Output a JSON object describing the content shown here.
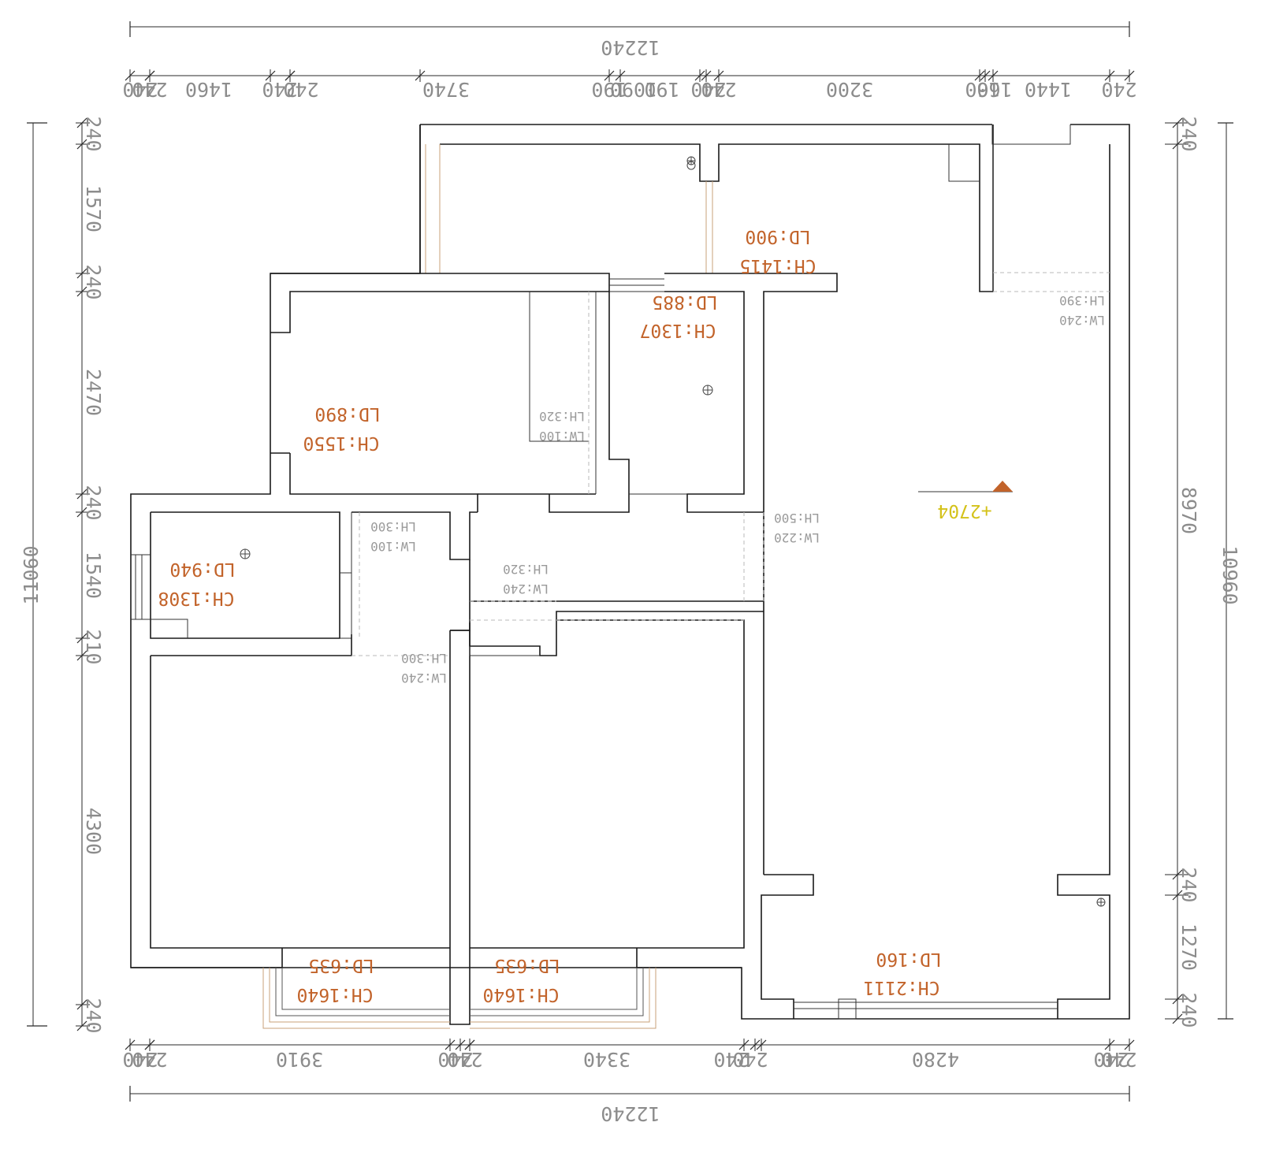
{
  "colors": {
    "wall": "#1a1a1a",
    "dimension_text": "#8c8c8c",
    "room_label": "#c2632a",
    "opening_label": "#9a9a9a",
    "level_label": "#d4c21a",
    "level_marker": "#c2632a",
    "window_frame": "#c8a27a"
  },
  "dimensions": {
    "top_total": "12240",
    "top_segments": [
      "240",
      "240",
      "1460",
      "240",
      "240",
      "3740",
      "190",
      "1090",
      "190",
      "240",
      "240",
      "3200",
      "160",
      "160",
      "1440",
      "240"
    ],
    "bottom_total": "12240",
    "bottom_segments": [
      "240",
      "240",
      "3910",
      "240",
      "240",
      "3340",
      "240",
      "240",
      "4280",
      "240",
      "240"
    ],
    "left_total": "11060",
    "left_segments": [
      "240",
      "1570",
      "240",
      "2470",
      "240",
      "1540",
      "210",
      "4300",
      "240"
    ],
    "right_total": "10960",
    "right_segments": [
      "240",
      "8970",
      "240",
      "1270",
      "240"
    ]
  },
  "rooms": [
    {
      "ld": "LD:900",
      "ch": "CH:1415"
    },
    {
      "ld": "LD:885",
      "ch": "CH:1307"
    },
    {
      "ld": "LD:890",
      "ch": "CH:1550"
    },
    {
      "ld": "LD:940",
      "ch": "CH:1308"
    },
    {
      "ld": "LD:635",
      "ch": "CH:1640"
    },
    {
      "ld": "LD:635",
      "ch": "CH:1640"
    },
    {
      "ld": "LD:160",
      "ch": "CH:2111"
    }
  ],
  "openings": [
    {
      "lh": "LH:390",
      "lw": "LW:240"
    },
    {
      "lh": "LH:320",
      "lw": "LW:100"
    },
    {
      "lh": "LH:500",
      "lw": "LW:220"
    },
    {
      "lh": "LH:300",
      "lw": "LW:100"
    },
    {
      "lh": "LH:320",
      "lw": "LW:240"
    },
    {
      "lh": "LH:300",
      "lw": "LW:240"
    }
  ],
  "level_mark": "+2704"
}
